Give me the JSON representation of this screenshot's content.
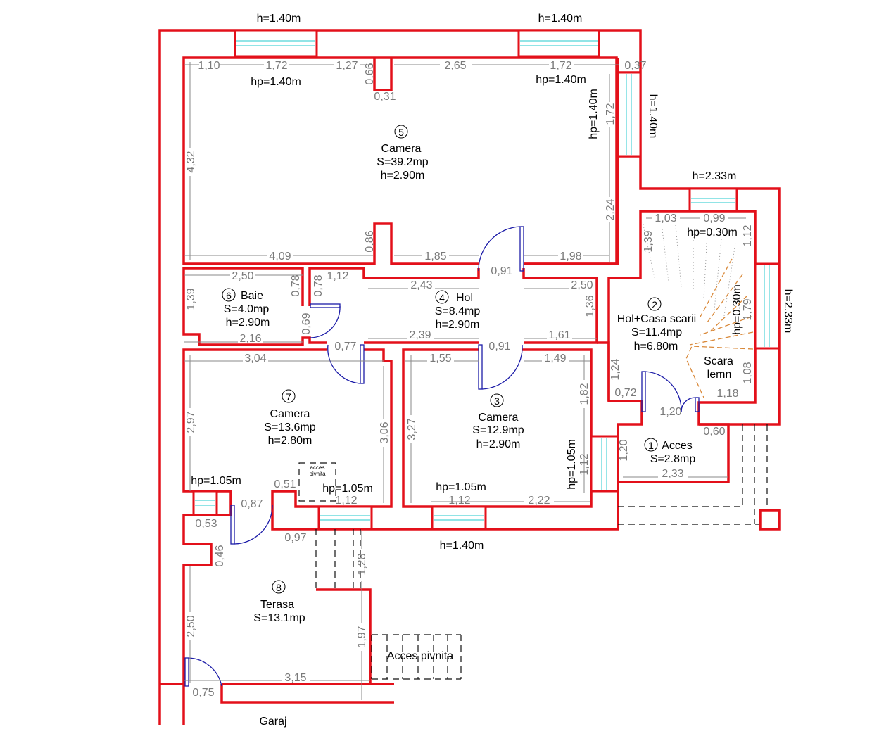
{
  "colors": {
    "wall": "#e3101a",
    "window": "#4fd3d8",
    "door": "#1c1ca8",
    "dimension": "#7a7a7a",
    "stair": "#d9893a"
  },
  "heights": [
    "h=1.40m",
    "h=1.40m",
    "hp=1.40m",
    "hp=1.40m",
    "hp=1.40m",
    "h=1.40m",
    "h=2.33m",
    "hp=0.30m",
    "hp=0.30m",
    "h=2.33m",
    "hp=1.05m",
    "hp=1.05m",
    "hp=1.05m",
    "hp=1.05m",
    "h=1.40m"
  ],
  "rooms": [
    {
      "num": "5",
      "name": "Camera",
      "area": "S=39.2mp",
      "height": "h=2.90m"
    },
    {
      "num": "6",
      "name": "Baie",
      "area": "S=4.0mp",
      "height": "h=2.90m"
    },
    {
      "num": "4",
      "name": "Hol",
      "area": "S=8.4mp",
      "height": "h=2.90m"
    },
    {
      "num": "2",
      "name": "Hol+Casa scarii",
      "area": "S=11.4mp",
      "height": "h=6.80m"
    },
    {
      "num": "7",
      "name": "Camera",
      "area": "S=13.6mp",
      "height": "h=2.80m"
    },
    {
      "num": "3",
      "name": "Camera",
      "area": "S=12.9mp",
      "height": "h=2.90m"
    },
    {
      "num": "1",
      "name": "Acces",
      "area": "S=2.8mp"
    },
    {
      "num": "8",
      "name": "Terasa",
      "area": "S=13.1mp"
    }
  ],
  "notes": {
    "stair_1": "Scara",
    "stair_2": "lemn",
    "cellar_small_1": "acces",
    "cellar_small_2": "pivnita",
    "cellar": "Acces pivnita",
    "garage": "Garaj"
  },
  "dims": [
    "1,10",
    "1,72",
    "1,27",
    "0,66",
    "0,31",
    "2,65",
    "1,72",
    "0,37",
    "1,72",
    "4,32",
    "2,24",
    "0,86",
    "4,09",
    "1,85",
    "0,91",
    "1,98",
    "1,03",
    "0,99",
    "1,12",
    "1,39",
    "1,79",
    "1,08",
    "1,18",
    "1,24",
    "0,72",
    "1,20",
    "0,60",
    "1,20",
    "2,33",
    "2,50",
    "0,78",
    "0,78",
    "1,12",
    "2,43",
    "2,50",
    "1,36",
    "1,39",
    "0,69",
    "2,16",
    "2,39",
    "1,61",
    "0,77",
    "0,91",
    "3,04",
    "1,55",
    "1,49",
    "1,82",
    "2,97",
    "3,06",
    "3,27",
    "1,12",
    "0,51",
    "1,12",
    "1,12",
    "2,22",
    "0,87",
    "0,53",
    "0,97",
    "0,46",
    "1,28",
    "2,50",
    "1,97",
    "3,15",
    "0,75"
  ]
}
